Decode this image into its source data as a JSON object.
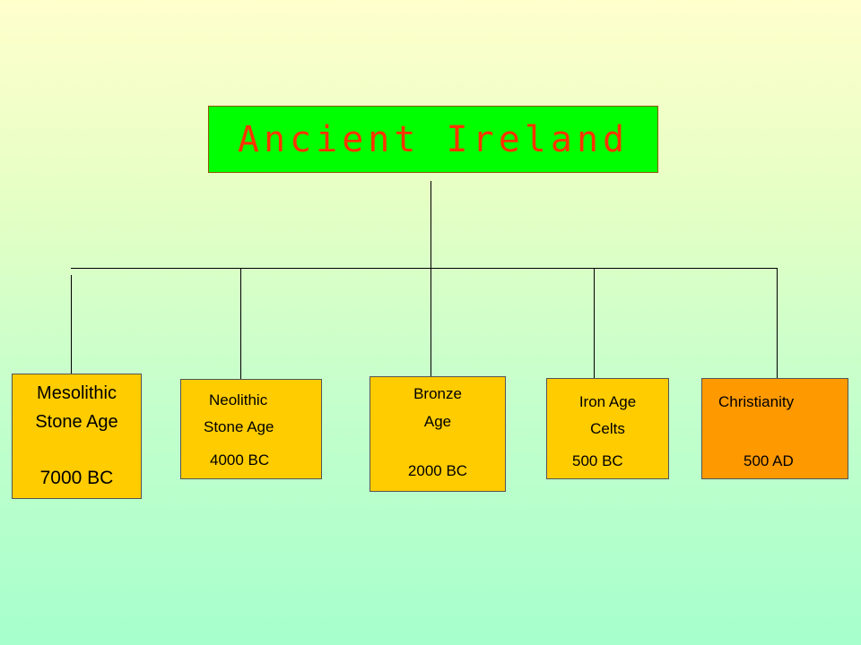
{
  "title": {
    "text": "Ancient Ireland",
    "bg": "#00ff00",
    "color": "#ff3300"
  },
  "colors": {
    "node": "#ffcc00",
    "highlight": "#ff9900"
  },
  "nodes": [
    {
      "lines": [
        "Mesolithic",
        "Stone Age",
        "7000 BC"
      ],
      "highlight": false
    },
    {
      "lines": [
        "Neolithic",
        "Stone Age",
        "4000 BC"
      ],
      "highlight": false
    },
    {
      "lines": [
        "Bronze",
        "Age",
        "2000 BC"
      ],
      "highlight": false
    },
    {
      "lines": [
        "Iron Age",
        "Celts",
        "500 BC"
      ],
      "highlight": false
    },
    {
      "lines": [
        "Christianity",
        "500 AD"
      ],
      "highlight": true
    }
  ]
}
